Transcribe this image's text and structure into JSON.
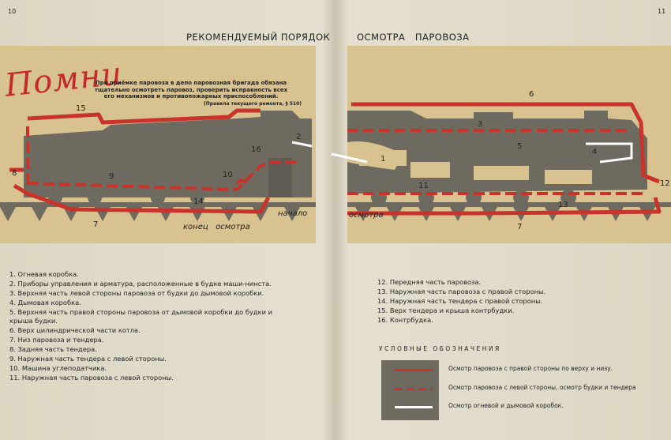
{
  "page_numbers": {
    "left": "10",
    "right": "11"
  },
  "title": {
    "left": "РЕКОМЕНДУЕМЫЙ ПОРЯДОК",
    "right": "ОСМОТРА   ПАРОВОЗА"
  },
  "remember": {
    "word": "Помни",
    "text": "При приёмке паровоза в депо паровозная бригада обязана тщательно осмотреть паровоз, проверить исправность всех его механизмов и противопожарных приспособлений.",
    "source": "(Правила текущего ремонта, § 510)"
  },
  "diagram_labels": {
    "n1": "1",
    "n2": "2",
    "n3": "3",
    "n4": "4",
    "n5": "5",
    "n6": "6",
    "n7a": "7",
    "n7b": "7",
    "n8": "8",
    "n9": "9",
    "n10": "10",
    "n11": "11",
    "n12": "12",
    "n13": "13",
    "n14": "14",
    "n15": "15",
    "n16": "16",
    "start": "начало",
    "end": "конец   осмотра",
    "osmotra": "осмотра"
  },
  "list_left": [
    "1. Огневая коробка.",
    "2. Приборы управления и арматура, расположенные в будке маши-нинста.",
    "3. Верхняя часть левой стороны паровоза от будки до дымовой коробки.",
    "4. Дымовая коробка.",
    "5. Верхняя часть правой стороны паровоза от дымовой коробки до будки и крыша будки.",
    "6. Верх цилиндрической части котла.",
    "7. Низ паровоза и тендера.",
    "8. Задняя часть тендера.",
    "9. Наружная часть тендера с левой стороны.",
    "10. Машина углеподатчика.",
    "11. Наружная часть паровоза с левой стороны."
  ],
  "list_right": [
    "12. Передняя часть паровоза.",
    "13. Наружная часть паровоза с правой стороны.",
    "14. Наружная часть тендера с правой стороны.",
    "15. Верх тендера и крыша контрбудки.",
    "16. Контрбудка."
  ],
  "conventions": {
    "title": "УСЛОВНЫЕ ОБОЗНАЧЕНИЯ",
    "items": [
      {
        "label": "Осмотр паровоза с правой стороны по верху и низу.",
        "color": "#c8332c",
        "style": "solid"
      },
      {
        "label": "Осмотр паровоза с левой стороны, осмотр будки и тендера",
        "color": "#c8332c",
        "style": "dashed"
      },
      {
        "label": "Осмотр огневой и дымовой коробок.",
        "color": "#ffffff",
        "style": "solid"
      }
    ]
  },
  "colors": {
    "route": "#c8332c",
    "panel": "#d8c290",
    "silhouette": "#6f6a60"
  }
}
